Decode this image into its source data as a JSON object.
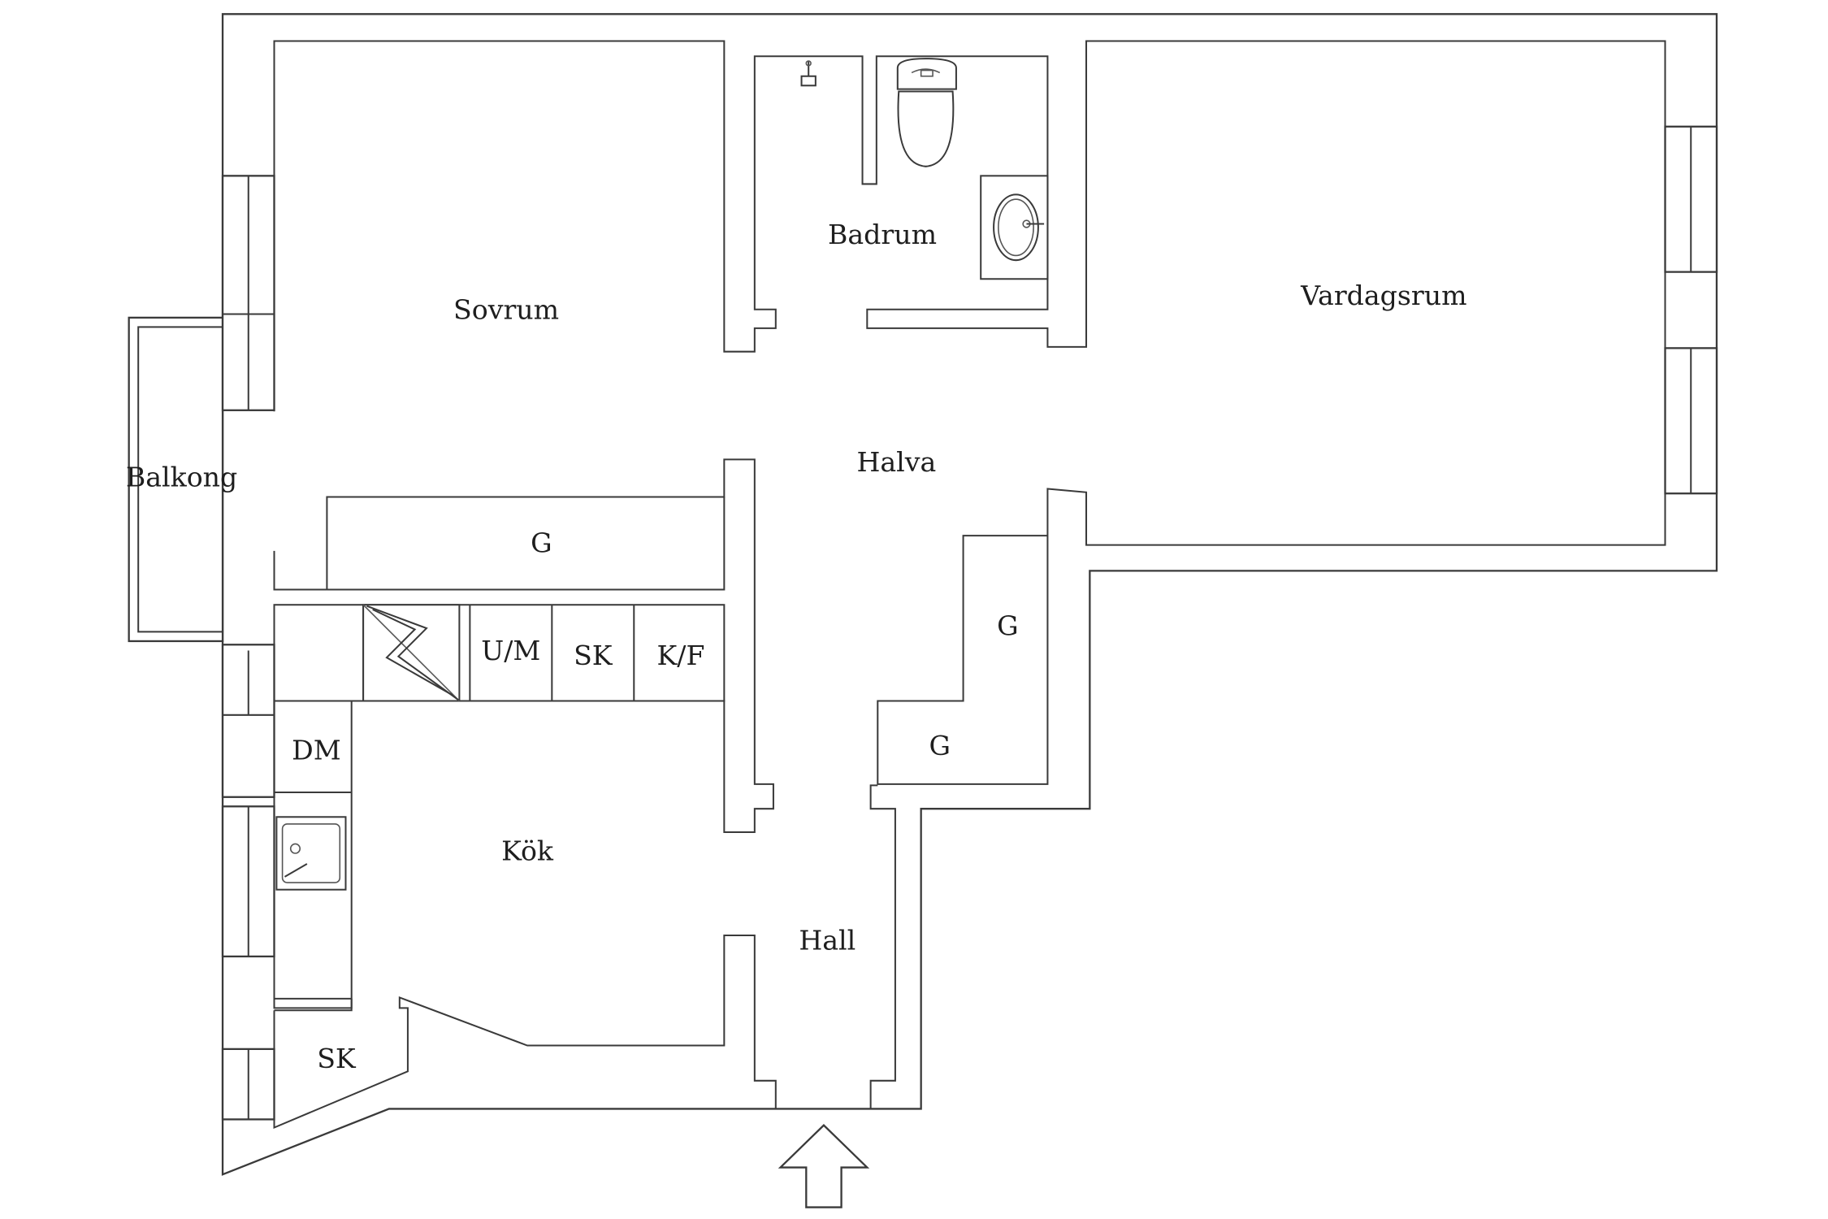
{
  "rooms": {
    "sovrum": "Sovrum",
    "badrum": "Badrum",
    "vardagsrum": "Vardagsrum",
    "balkong": "Balkong",
    "halva": "Halva",
    "kok": "Kök",
    "hall": "Hall"
  },
  "fixtures": {
    "g_bedroom": "G",
    "um": "U/M",
    "sk_kitchen_row": "SK",
    "kf": "K/F",
    "g_right_upper": "G",
    "g_right_lower": "G",
    "dm": "DM",
    "sk_corner": "SK"
  },
  "colors": {
    "wall_stroke": "#3a3a3a",
    "background": "#ffffff"
  }
}
